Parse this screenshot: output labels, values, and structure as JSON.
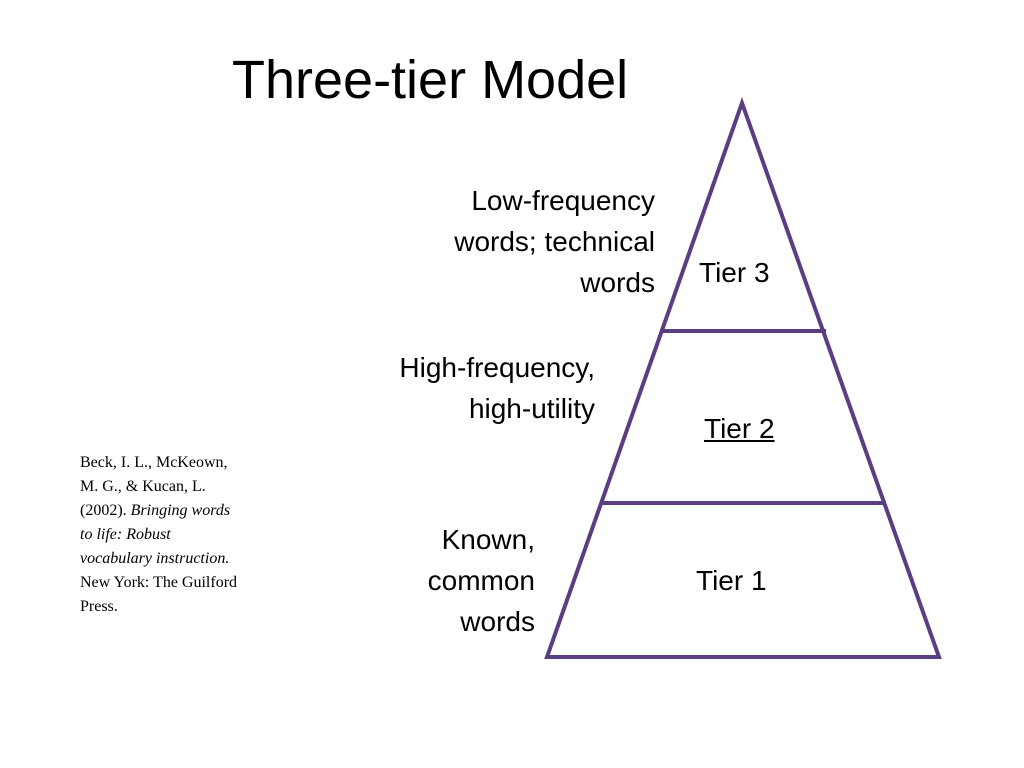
{
  "title": "Three-tier Model",
  "colors": {
    "pyramid_stroke": "#5b3d82",
    "background": "#ffffff",
    "text": "#000000"
  },
  "tiers": {
    "tier3": {
      "label": "Tier 3",
      "description": [
        "Low-frequency",
        "words; technical",
        "words"
      ]
    },
    "tier2": {
      "label": "Tier 2",
      "description": [
        "High-frequency,",
        "high-utility"
      ]
    },
    "tier1": {
      "label": "Tier 1",
      "description": [
        "Known,",
        "common",
        "words"
      ]
    }
  },
  "citation": {
    "line1": "Beck, I. L., McKeown,",
    "line2": "M. G., & Kucan, L.",
    "line3_plain": "(2002). ",
    "line3_italic": "Bringing words",
    "line4_italic": "to life: Robust",
    "line5_italic": "vocabulary instruction.",
    "line6": "New York: The Guilford",
    "line7": "Press."
  }
}
